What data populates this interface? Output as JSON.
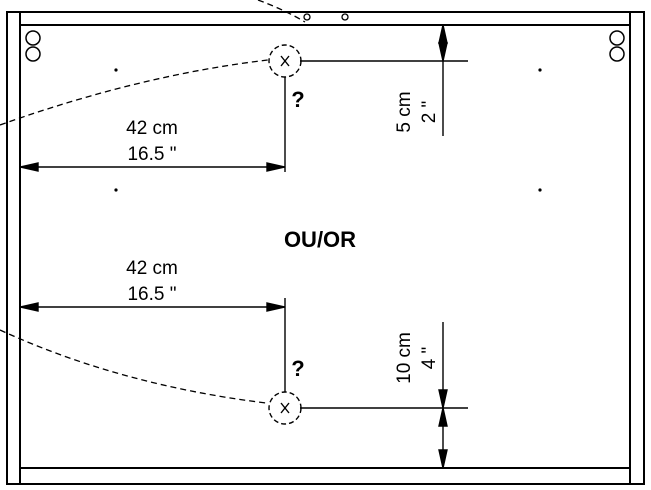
{
  "upper_option": {
    "horizontal_metric": "42 cm",
    "horizontal_imperial": "16.5 \"",
    "vertical_metric": "5 cm",
    "vertical_imperial": "2 \"",
    "question_mark": "?"
  },
  "lower_option": {
    "horizontal_metric": "42 cm",
    "horizontal_imperial": "16.5 \"",
    "vertical_metric": "10 cm",
    "vertical_imperial": "4 \"",
    "question_mark": "?"
  },
  "center_label": "OU/OR"
}
